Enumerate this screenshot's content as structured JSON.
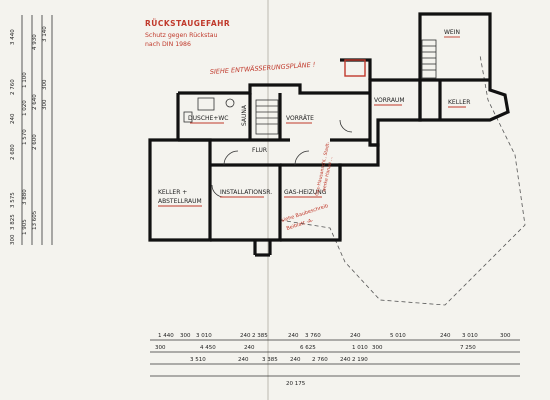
{
  "annotations": {
    "title": "RÜCKSTAUGEFAHR",
    "line1": "Schutz gegen Rückstau",
    "line2": "nach DIN 1986",
    "handwritten": "SIEHE ENTWÄSSERUNGSPLÄNE !",
    "vertical_a": "Gas-Hausanschl., Stadt-",
    "vertical_b": "werke Hanau ...",
    "stamp1": "siehe Baubeschreib",
    "stamp2": "Beiblatt -A-"
  },
  "rooms": {
    "wein": "WEIN",
    "vorraum": "VORRAUM",
    "keller_right": "KELLER",
    "dusche": "DUSCHE+WC",
    "sauna": "SAUNA",
    "vorraete": "VORRÄTE",
    "flur": "FLUR",
    "keller_left_1": "KELLER +",
    "keller_left_2": "ABSTELLRAUM",
    "installation": "INSTALLATIONSR.",
    "gas": "GAS-HEIZUNG"
  },
  "left_dims": {
    "col1": [
      "3 440",
      "2 760",
      "240",
      "2 680",
      "3 575",
      "3 825",
      "300"
    ],
    "col2": [
      "1 100",
      "1 020",
      "1 570",
      "3 880",
      "1 905"
    ],
    "col3": [
      "4 930",
      "2 640",
      "2 600",
      "13 605"
    ],
    "col4": [
      "3 140",
      "300",
      "300"
    ]
  },
  "bottom_dims": {
    "row1": [
      "1 440",
      "300",
      "3 010",
      "240",
      "2 385",
      "240",
      "3 760",
      "240",
      "5 010",
      "240",
      "3 010",
      "300"
    ],
    "row2": [
      "300",
      "4 450",
      "240",
      "6 625",
      "1 010",
      "300",
      "7 250"
    ],
    "row3": [
      "3 510",
      "240",
      "3 385",
      "240",
      "2 760",
      "240",
      "2 190"
    ],
    "total": "20 175"
  }
}
